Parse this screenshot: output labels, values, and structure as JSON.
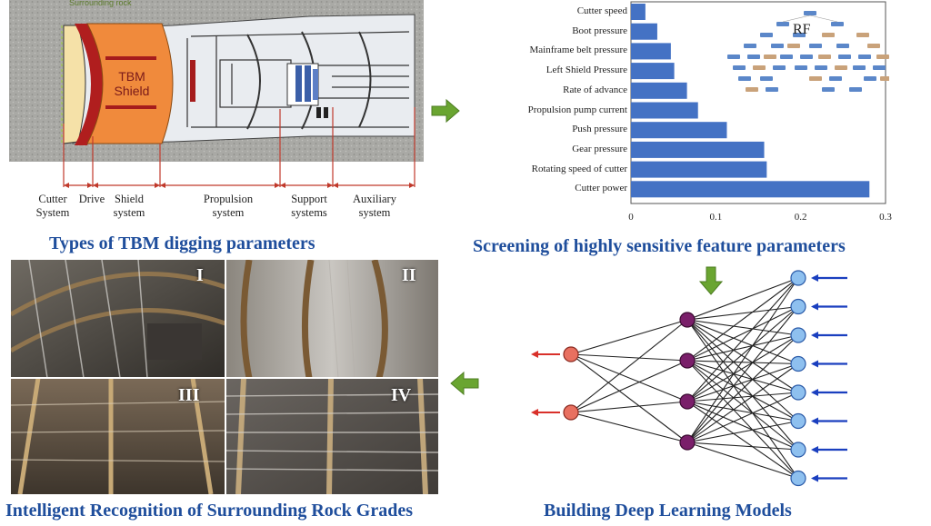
{
  "tbm": {
    "shield_label_line1": "TBM",
    "shield_label_line2": "Shield",
    "top_overlay_text": "Surrounding rock",
    "subsystems": [
      {
        "line1": "Cutter",
        "line2": "System"
      },
      {
        "line1": "Drive",
        "line2": ""
      },
      {
        "line1": "Shield",
        "line2": "system"
      },
      {
        "line1": "Propulsion",
        "line2": "system"
      },
      {
        "line1": "Support",
        "line2": "systems"
      },
      {
        "line1": "Auxiliary",
        "line2": "system"
      }
    ],
    "caption": "Types of TBM digging parameters"
  },
  "screening": {
    "caption": "Screening of highly sensitive feature parameters",
    "rf_label": "RF"
  },
  "chart_data": {
    "type": "bar",
    "orientation": "horizontal",
    "categories": [
      "Cutter speed",
      "Boot pressure",
      "Mainframe belt pressure",
      "Left Shield Pressure",
      "Rate of advance",
      "Propulsion pump current",
      "Push pressure",
      "Gear pressure",
      "Rotating speed of cutter",
      "Cutter power"
    ],
    "values": [
      0.017,
      0.031,
      0.047,
      0.051,
      0.066,
      0.079,
      0.113,
      0.157,
      0.16,
      0.281
    ],
    "xlim": [
      0,
      0.3
    ],
    "xticks": [
      "0",
      "0.1",
      "0.2",
      "0.3"
    ],
    "bar_color": "#4472c4"
  },
  "deep_learning": {
    "caption": "Building Deep Learning Models",
    "input_nodes": 8,
    "hidden_nodes": 4,
    "output_nodes": 2,
    "colors": {
      "input": "#8ec0ef",
      "hidden": "#7a1f6a",
      "output": "#e87060",
      "input_arrow": "#1a3fbf",
      "output_arrow": "#d9302a"
    }
  },
  "recognition": {
    "caption": "Intelligent Recognition of Surrounding Rock Grades",
    "grades": [
      "I",
      "II",
      "III",
      "IV"
    ]
  },
  "flow_arrow_color": "#6aa531"
}
